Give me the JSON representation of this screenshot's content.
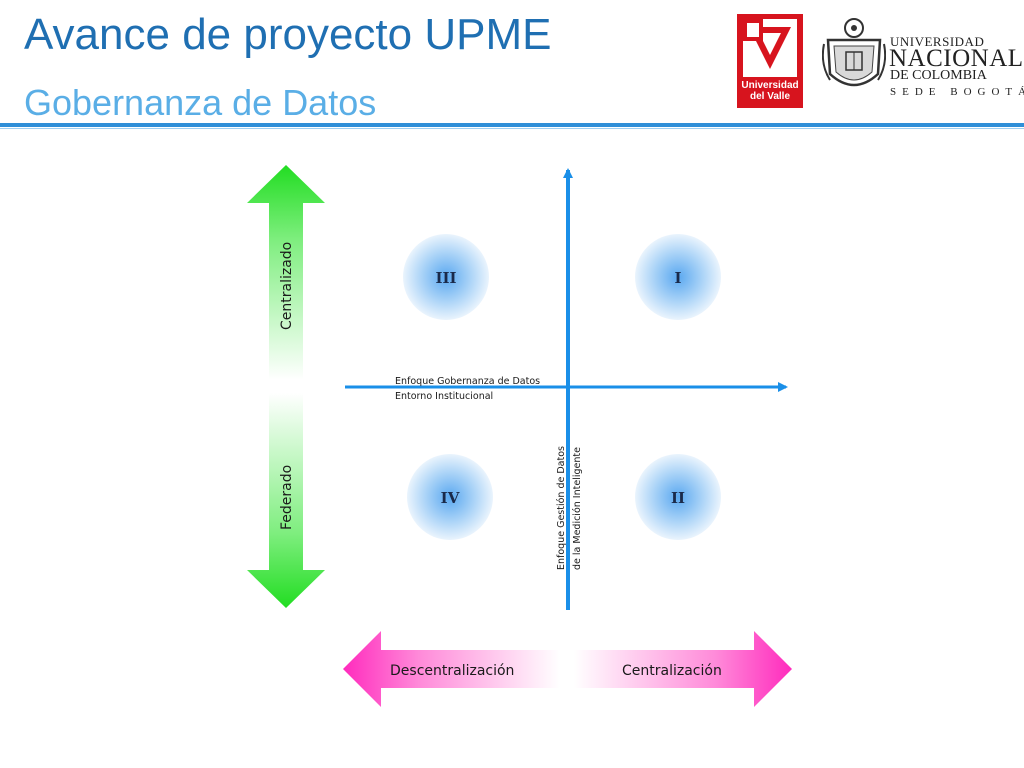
{
  "header": {
    "title": "Avance de proyecto UPME",
    "subtitle": "Gobernanza de Datos"
  },
  "logos": {
    "valle": {
      "line1": "Universidad",
      "line2": "del Valle",
      "color": "#d7141e"
    },
    "unal": {
      "line1": "UNIVERSIDAD",
      "line2": "NACIONAL",
      "line3": "DE COLOMBIA",
      "line4": "SEDE BOGOTÁ"
    }
  },
  "diagram": {
    "vertical_arrow": {
      "top_label": "Centralizado",
      "bottom_label": "Federado",
      "color": "#33dd33"
    },
    "horizontal_arrow": {
      "left_label": "Descentralización",
      "right_label": "Centralización",
      "color": "#ff33c4"
    },
    "x_axis_label_1": "Enfoque Gobernanza de Datos",
    "x_axis_label_2": "Entorno Institucional",
    "y_axis_label_1": "Enfoque Gestión de Datos",
    "y_axis_label_2": "de la Medición Inteligente",
    "axis_color": "#1a8fe8",
    "quadrants": {
      "q1": "I",
      "q2": "II",
      "q3": "III",
      "q4": "IV"
    }
  }
}
